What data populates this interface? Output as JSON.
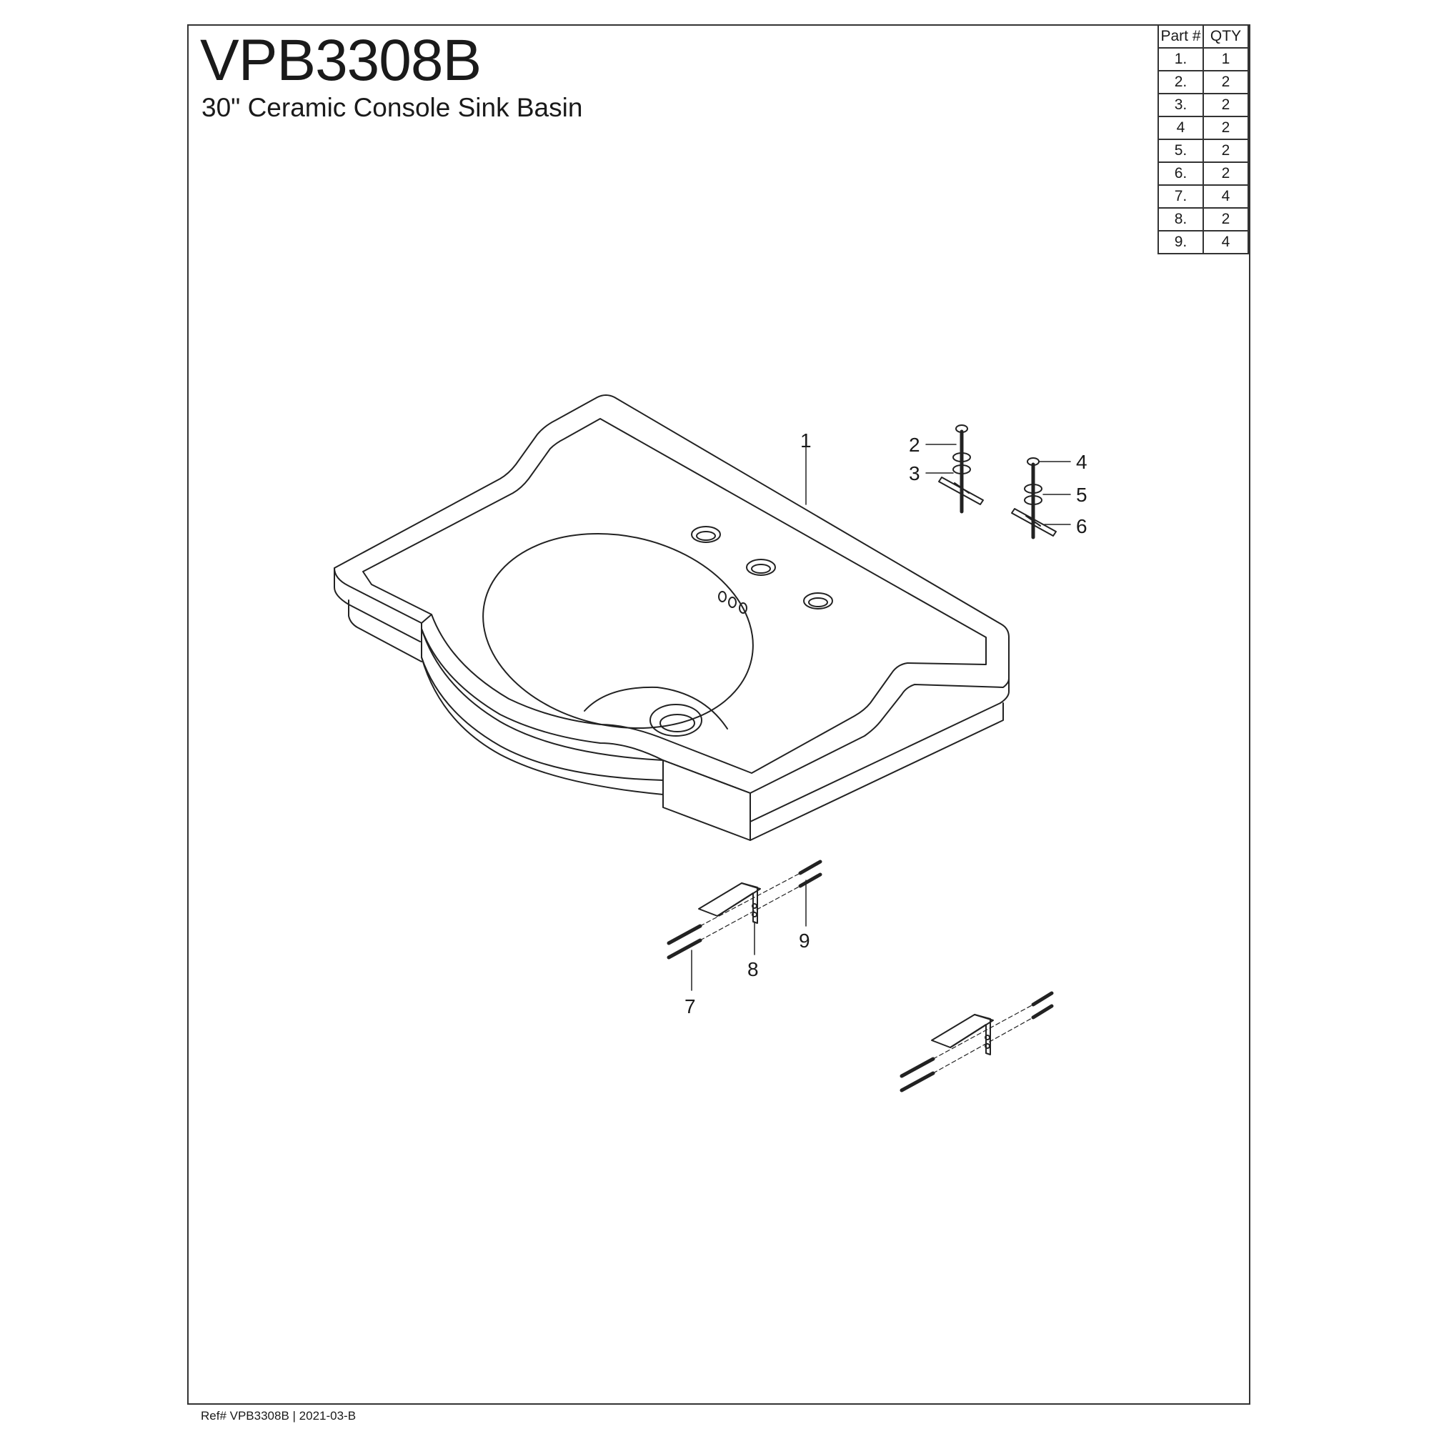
{
  "header": {
    "model": "VPB3308B",
    "description": "30\" Ceramic Console Sink Basin"
  },
  "parts_table": {
    "headers": [
      "Part #",
      "QTY"
    ],
    "rows": [
      [
        "1.",
        "1"
      ],
      [
        "2.",
        "2"
      ],
      [
        "3.",
        "2"
      ],
      [
        "4",
        "2"
      ],
      [
        "5.",
        "2"
      ],
      [
        "6.",
        "2"
      ],
      [
        "7.",
        "4"
      ],
      [
        "8.",
        "2"
      ],
      [
        "9.",
        "4"
      ]
    ]
  },
  "callouts": {
    "sink": "1",
    "bolt_a": "2",
    "anchor_a": "3",
    "bolt_b": "4",
    "washer_b": "5",
    "anchor_b": "6",
    "screw": "7",
    "bracket": "8",
    "wall_anchor": "9"
  },
  "footer": "Ref# VPB3308B | 2021-03-B"
}
